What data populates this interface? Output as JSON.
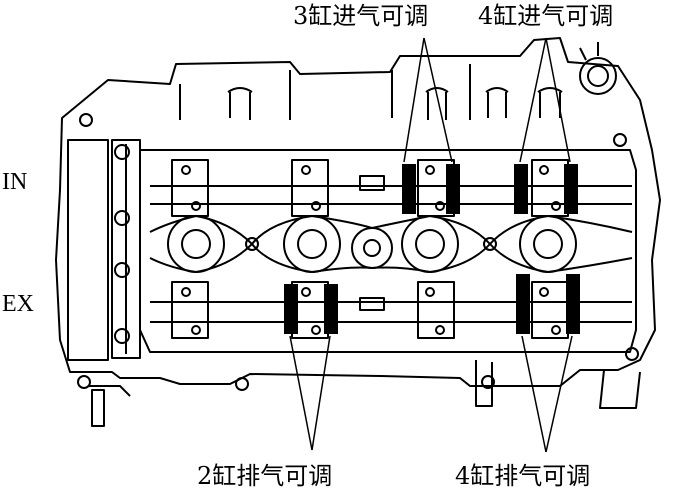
{
  "diagram": {
    "callouts": {
      "intake_cyl3": "3缸进气可调",
      "intake_cyl4": "4缸进气可调",
      "exhaust_cyl2": "2缸排气可调",
      "exhaust_cyl4": "4缸排气可调"
    },
    "side_labels": {
      "intake": "IN",
      "exhaust": "EX"
    },
    "colors": {
      "line": "#000000",
      "background": "#ffffff",
      "adjustable_shim": "#000000"
    }
  }
}
